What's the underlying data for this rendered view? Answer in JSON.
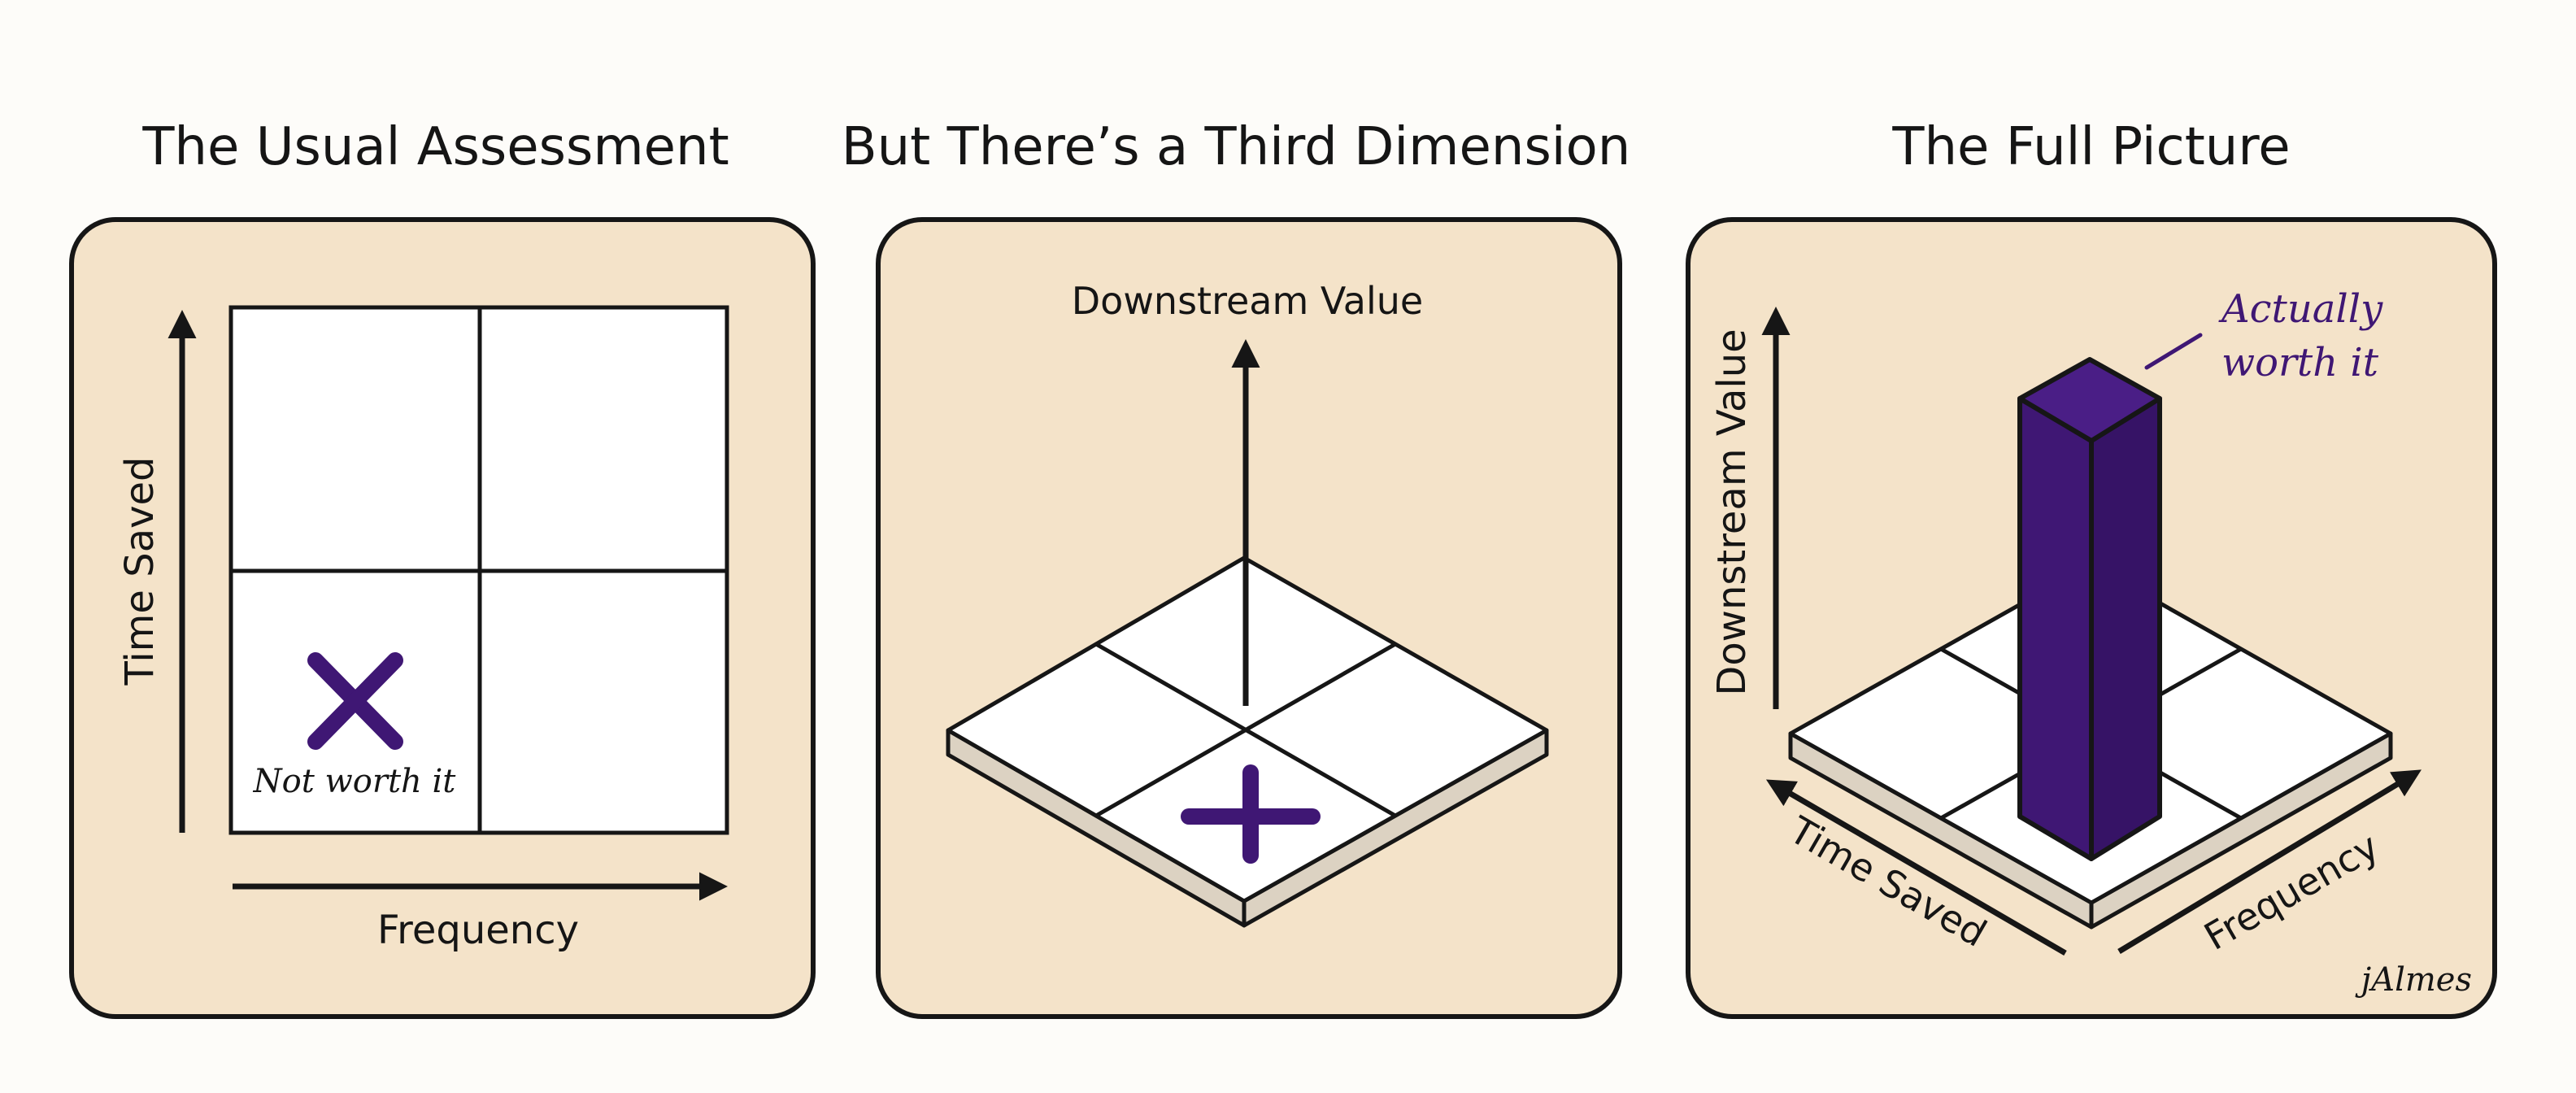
{
  "colors": {
    "page_background": "#fdfcf9",
    "panel_fill": "#f4e3c9",
    "outline": "#161616",
    "accent": "#3f1774",
    "slab_edge": "#dcd2c2"
  },
  "panels": [
    {
      "title": "The Usual Assessment",
      "y_axis_label": "Time Saved",
      "x_axis_label": "Frequency",
      "annotation": "Not worth it",
      "marker_icon": "x-mark-icon"
    },
    {
      "title": "But There’s a Third Dimension",
      "z_axis_label": "Downstream Value",
      "marker_icon": "plus-mark-icon"
    },
    {
      "title": "The Full Picture",
      "z_axis_label": "Downstream Value",
      "left_axis_label": "Time Saved",
      "right_axis_label": "Frequency",
      "annotation_line1": "Actually",
      "annotation_line2": "worth it",
      "signature": "jAlmes"
    }
  ]
}
